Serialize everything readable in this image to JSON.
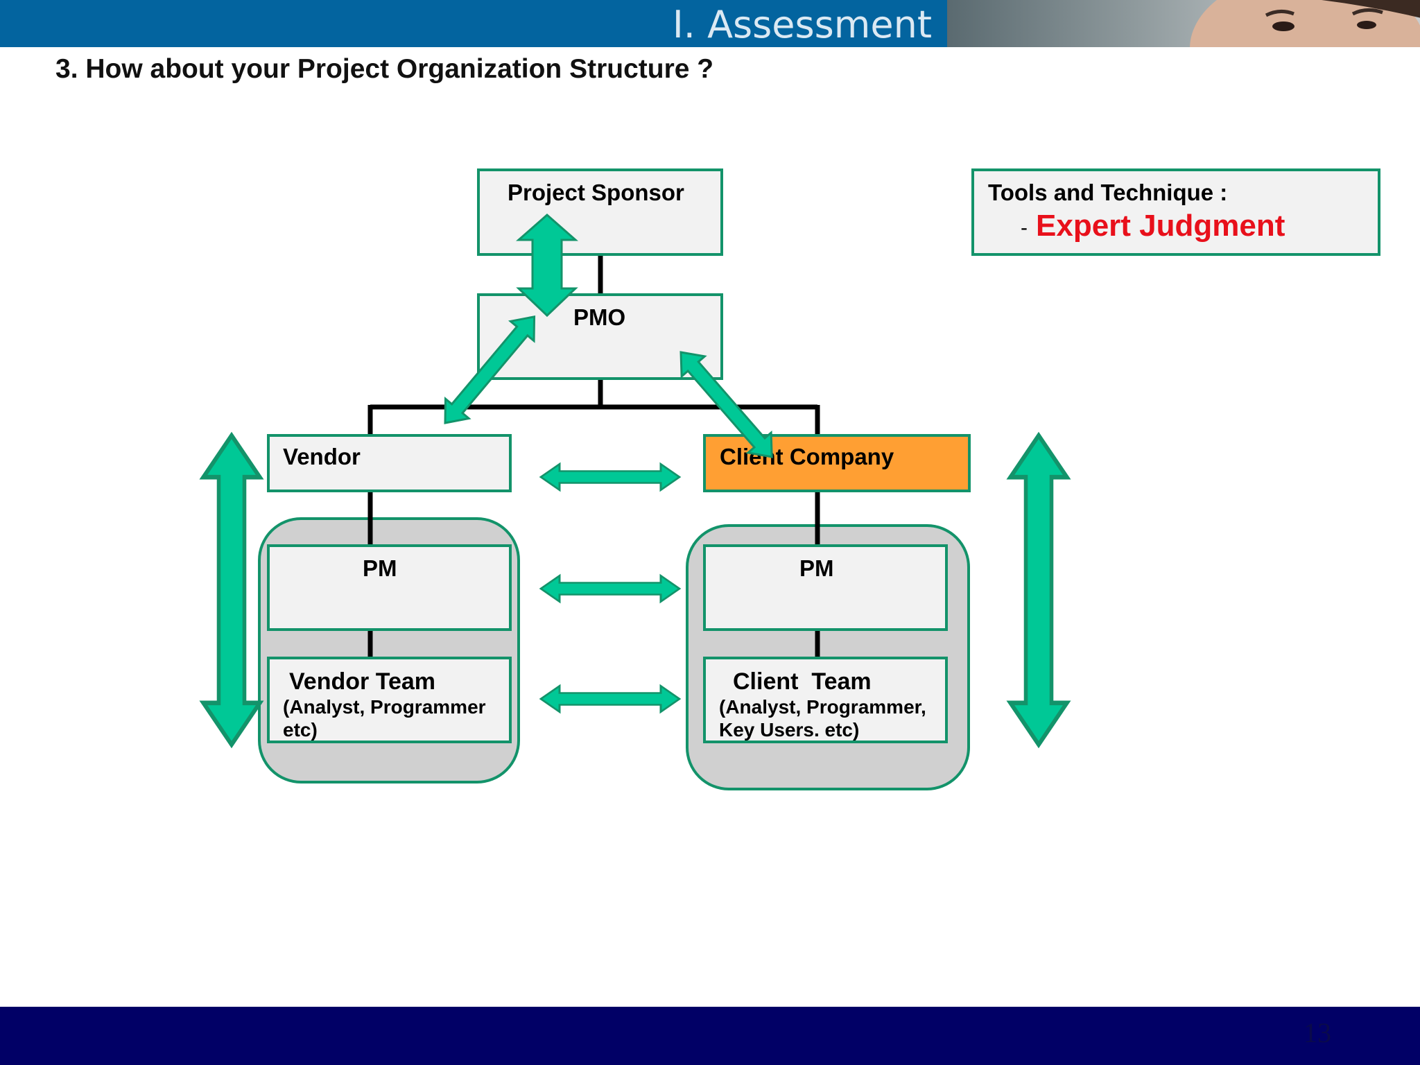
{
  "header": {
    "section_title": "I. Assessment"
  },
  "slide": {
    "heading": "3. How about your Project Organization Structure ?"
  },
  "diagram": {
    "nodes": {
      "sponsor": "Project Sponsor",
      "pmo": "PMO",
      "vendor": "Vendor",
      "client_company": "Client Company",
      "vendor_pm": "PM",
      "client_pm": "PM",
      "vendor_team": {
        "title": "Vendor Team",
        "line1": "(Analyst, Programmer",
        "line2": "etc)"
      },
      "client_team": {
        "title": "Client  Team",
        "line1": "(Analyst, Programmer,",
        "line2": "Key Users. etc)"
      }
    },
    "tools_box": {
      "heading": "Tools and Technique :",
      "bullet": "-",
      "value": "Expert Judgment"
    },
    "colors": {
      "box_border": "#13936a",
      "box_fill": "#f2f2f2",
      "arrow_fill": "#00c896",
      "highlight_fill": "#ff9f33",
      "group_fill": "#d0d0d0",
      "accent_red": "#e8101b"
    }
  },
  "footer": {
    "page_number": "13"
  }
}
